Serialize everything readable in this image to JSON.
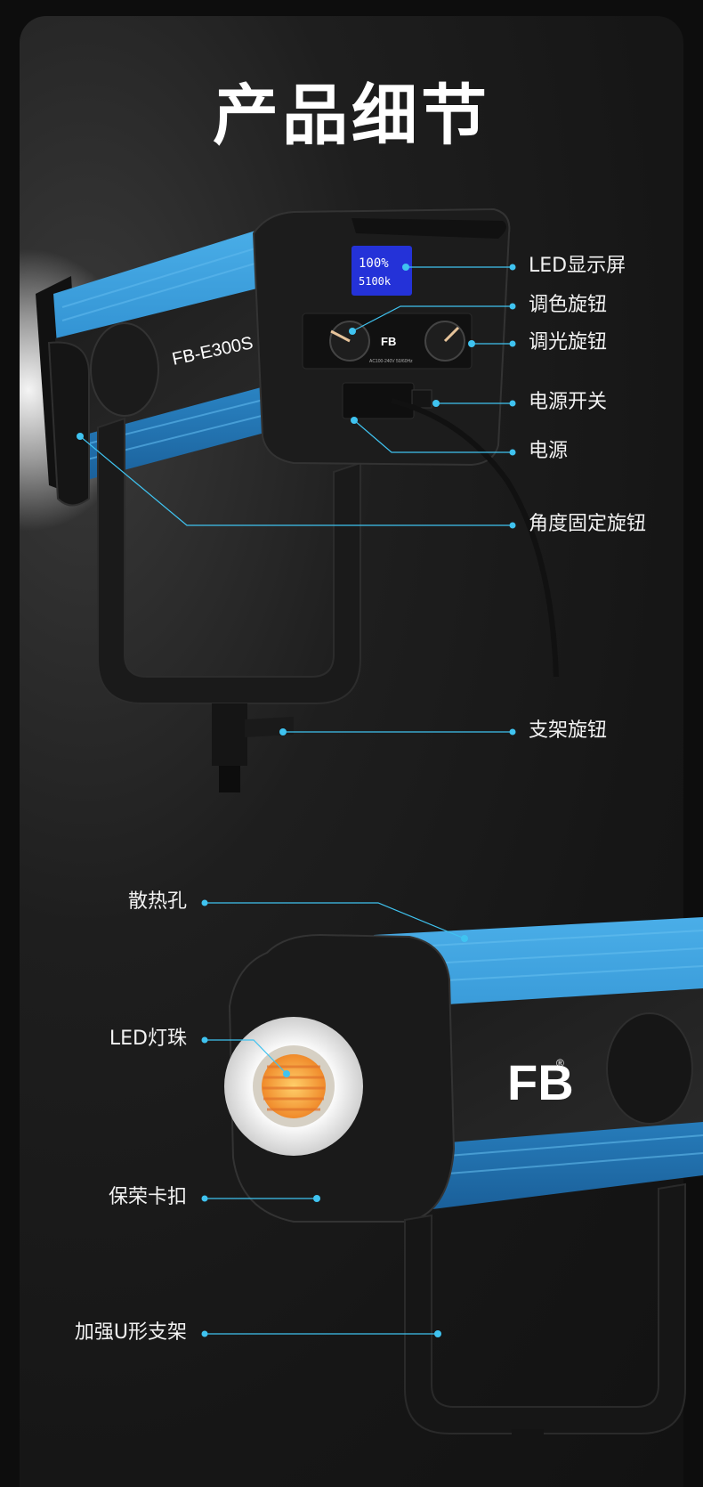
{
  "title": "产品细节",
  "product": {
    "model_text": "FB-E300S",
    "display_line1": "100%",
    "display_line2": "5100k",
    "panel_voltage": "AC100-240V 50/60Hz",
    "brand_logo": "FB",
    "registered_mark": "®"
  },
  "colors": {
    "accent_callout": "#3fc3f0",
    "body_blue": "#2f8fd0",
    "background": "#141414",
    "title_text": "#ffffff"
  },
  "callouts_top": [
    {
      "label": "LED显示屏"
    },
    {
      "label": "调色旋钮"
    },
    {
      "label": "调光旋钮"
    },
    {
      "label": "电源开关"
    },
    {
      "label": "电源"
    },
    {
      "label": "角度固定旋钮"
    },
    {
      "label": "支架旋钮"
    }
  ],
  "callouts_bottom": [
    {
      "label": "散热孔"
    },
    {
      "label": "LED灯珠"
    },
    {
      "label": "保荣卡扣"
    },
    {
      "label": "加强U形支架"
    }
  ]
}
